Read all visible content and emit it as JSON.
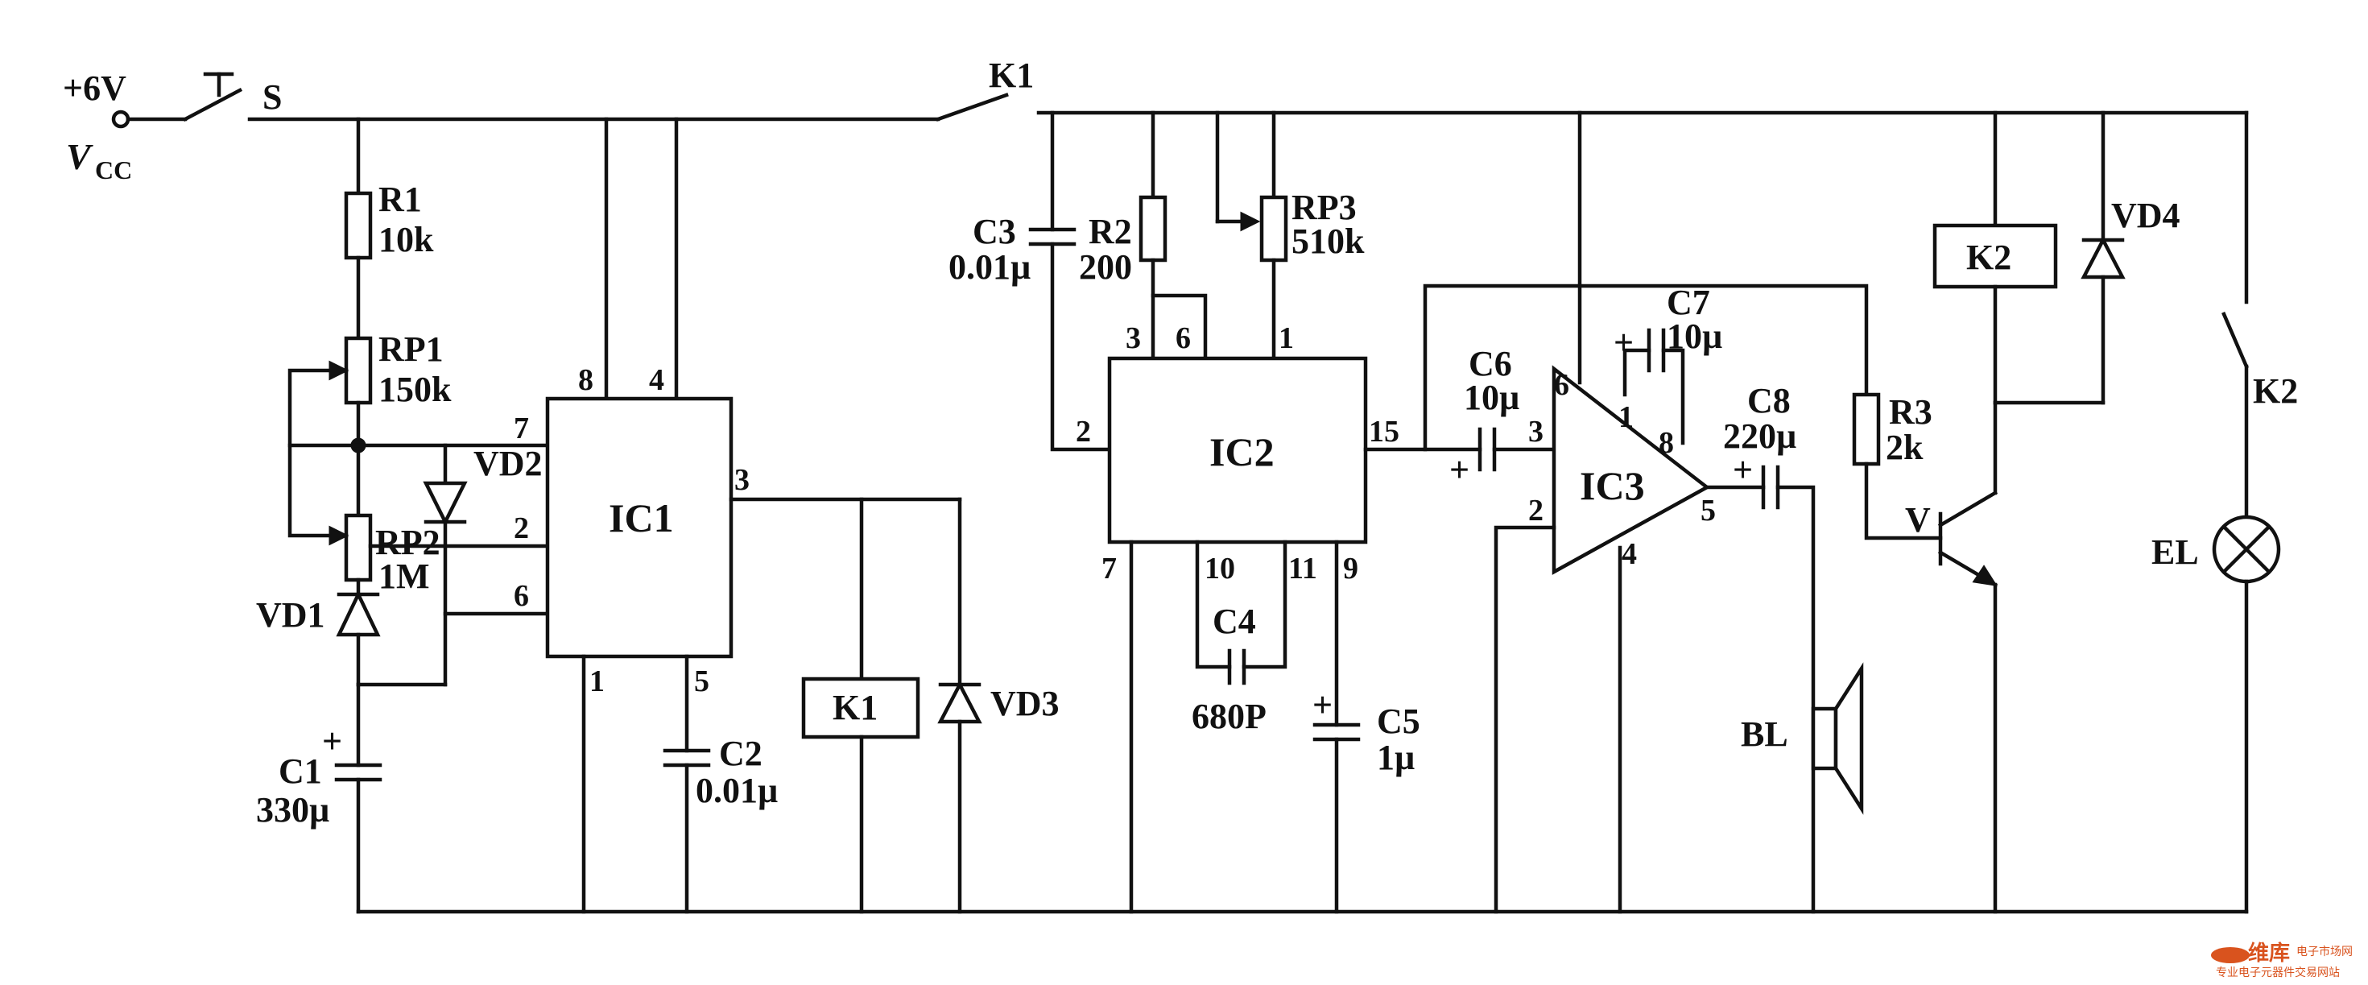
{
  "supply": {
    "voltage": "+6V",
    "vcc_main": "V",
    "vcc_sub": "CC"
  },
  "switches": {
    "s": "S",
    "k1": "K1",
    "k2": "K2"
  },
  "ics": {
    "ic1": "IC1",
    "ic2": "IC2",
    "ic3": "IC3",
    "ic1_pins": {
      "p8": "8",
      "p4": "4",
      "p7": "7",
      "p2": "2",
      "p6": "6",
      "p3": "3",
      "p1": "1",
      "p5": "5"
    },
    "ic2_pins": {
      "p3": "3",
      "p6": "6",
      "p1": "1",
      "p2": "2",
      "p15": "15",
      "p7": "7",
      "p10": "10",
      "p11": "11",
      "p9": "9"
    },
    "ic3_pins": {
      "p6": "6",
      "p1": "1",
      "p8": "8",
      "p3": "3",
      "p2": "2",
      "p5": "5",
      "p4": "4"
    }
  },
  "components": {
    "r1": "R1",
    "r1_val": "10k",
    "rp1": "RP1",
    "rp1_val": "150k",
    "rp2": "RP2",
    "rp2_val": "1M",
    "vd1": "VD1",
    "vd2": "VD2",
    "vd3": "VD3",
    "vd4": "VD4",
    "c1": "C1",
    "c1_val": "330µ",
    "c2": "C2",
    "c2_val": "0.01µ",
    "relay_k1": "K1",
    "c3": "C3",
    "c3_val": "0.01µ",
    "r2": "R2",
    "r2_val": "200",
    "rp3": "RP3",
    "rp3_val": "510k",
    "c4": "C4",
    "c4_val": "680P",
    "c5": "C5",
    "c5_val": "1µ",
    "c6": "C6",
    "c6_val": "10µ",
    "c7": "C7",
    "c7_val": "10µ",
    "c8": "C8",
    "c8_val": "220µ",
    "r3": "R3",
    "r3_val": "2k",
    "relay_k2": "K2",
    "transistor": "V",
    "lamp": "EL",
    "speaker": "BL"
  },
  "polarity": {
    "plus": "+"
  },
  "watermark": {
    "main": "维库",
    "side": "电子市场网",
    "sub": "专业电子元器件交易网站"
  },
  "colors": {
    "ink": "#111111",
    "watermark": "#d9531e"
  }
}
